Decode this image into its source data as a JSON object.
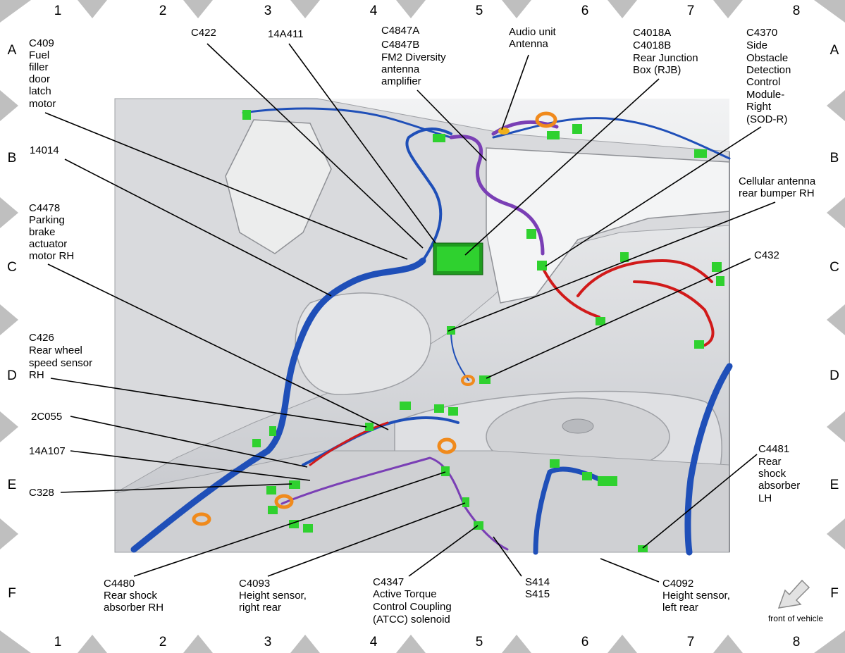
{
  "grid": {
    "columns": [
      "1",
      "2",
      "3",
      "4",
      "5",
      "6",
      "7",
      "8"
    ],
    "rows": [
      "A",
      "B",
      "C",
      "D",
      "E",
      "F"
    ]
  },
  "callouts": {
    "c409": [
      "C409",
      "Fuel",
      "filler",
      "door",
      "latch",
      "motor"
    ],
    "c422": [
      "C422"
    ],
    "a14a411": [
      "14A411"
    ],
    "c4847": [
      "C4847A",
      "C4847B",
      "FM2 Diversity",
      "antenna",
      "amplifier"
    ],
    "audio_antenna": [
      "Audio unit",
      "Antenna"
    ],
    "c4018": [
      "C4018A",
      "C4018B",
      "Rear Junction",
      "Box (RJB)"
    ],
    "c4370": [
      "C4370",
      "Side",
      "Obstacle",
      "Detection",
      "Control",
      "Module-",
      "Right",
      "(SOD-R)"
    ],
    "a14014": [
      "14014"
    ],
    "c4478": [
      "C4478",
      "Parking",
      "brake",
      "actuator",
      "motor RH"
    ],
    "cellular": [
      "Cellular antenna",
      "rear bumper RH"
    ],
    "c432": [
      "C432"
    ],
    "c426": [
      "C426",
      "Rear wheel",
      "speed sensor",
      "RH"
    ],
    "a2c055": [
      "2C055"
    ],
    "a14a107": [
      "14A107"
    ],
    "c328": [
      "C328"
    ],
    "c4481": [
      "C4481",
      "Rear",
      "shock",
      "absorber",
      "LH"
    ],
    "c4480": [
      "C4480",
      "Rear shock",
      "absorber RH"
    ],
    "c4093": [
      "C4093",
      "Height sensor,",
      "right rear"
    ],
    "c4347": [
      "C4347",
      "Active Torque",
      "Control Coupling",
      "(ATCC) solenoid"
    ],
    "s414": [
      "S414",
      "S415"
    ],
    "c4092": [
      "C4092",
      "Height sensor,",
      "left rear"
    ]
  },
  "front_label": "front of vehicle",
  "colors": {
    "harness_blue": "#1f4fb8",
    "harness_red": "#d11a1a",
    "harness_purple": "#7a3fb5",
    "connector_green": "#2fd12f",
    "grommet_orange": "#f08a1c",
    "body_gray": "#c9cbcf",
    "frame_gray": "#bfbfbf"
  }
}
